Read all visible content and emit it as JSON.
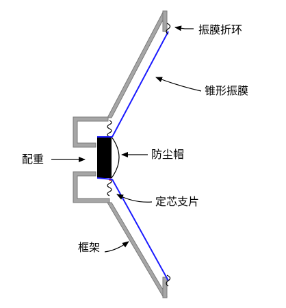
{
  "labels": {
    "surround": "振膜折环",
    "cone": "锥形振膜",
    "dust_cap": "防尘帽",
    "spider": "定芯支片",
    "frame": "框架",
    "counterweight": "配重"
  },
  "colors": {
    "frame": "#a6a6a6",
    "frame_edge": "#7a7a7a",
    "cone": "#1a1aff",
    "magnet": "#000000",
    "arrow": "#000000",
    "spider_accent": "#cc2222"
  }
}
